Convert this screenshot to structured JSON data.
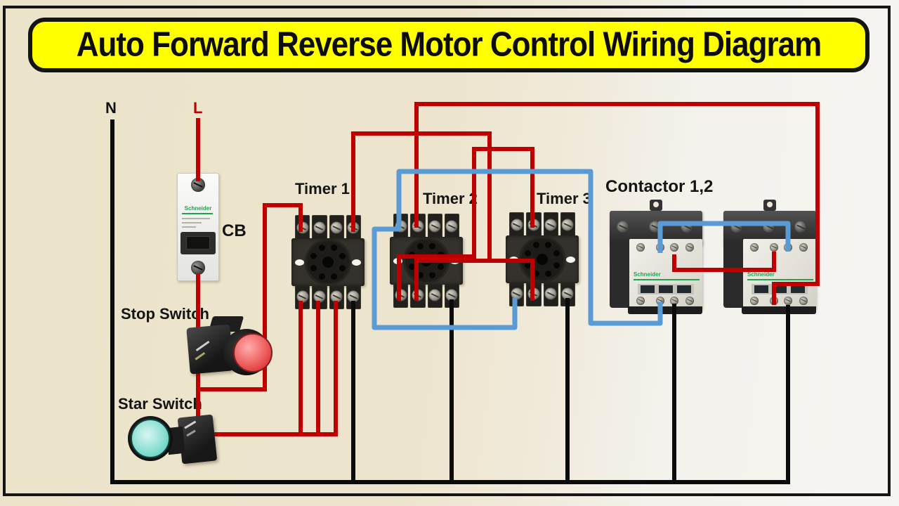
{
  "title": "Auto Forward Reverse Motor Control Wiring Diagram",
  "labels": {
    "neutral": "N",
    "line": "L",
    "cb": "CB",
    "stop_switch": "Stop Switch",
    "star_switch": "Star Switch",
    "timer1": "Timer 1",
    "timer2": "Timer 2",
    "timer3": "Timer 3",
    "contactors": "Contactor 1,2"
  },
  "components": {
    "cb_brand": "Schneider",
    "contactor_brand": "Schneider"
  },
  "colors": {
    "wire_red": "#c00000",
    "wire_blue": "#5b9bd5",
    "wire_black": "#0b0b0b",
    "banner_bg": "#ffff00",
    "banner_text": "#0d0d0d",
    "background_cream": "#ece4cc",
    "brand_green": "#1fa251"
  }
}
